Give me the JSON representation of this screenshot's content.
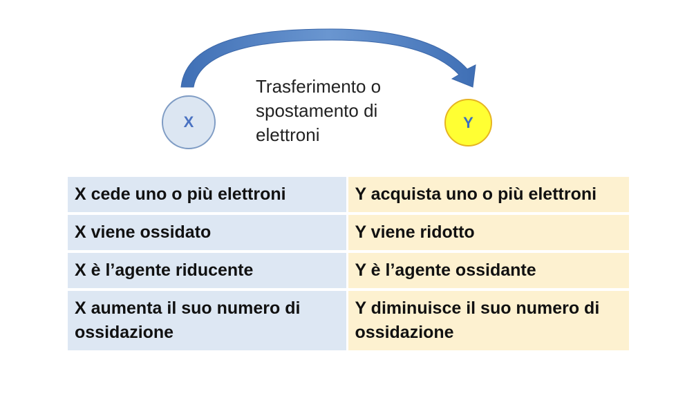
{
  "diagram": {
    "donor_label": "X",
    "acceptor_label": "Y",
    "arrow_caption": "Trasferimento o spostamento di elettroni"
  },
  "colors": {
    "donor_fill": "#dce6f2",
    "donor_border": "#7f9cc4",
    "acceptor_fill": "#ffff33",
    "acceptor_border": "#e6b422",
    "arrow": "#4f7fc0",
    "table_left_fill": "#dde7f3",
    "table_right_fill": "#fdf1d0"
  },
  "table": {
    "rows": [
      {
        "x": "X cede uno o più elettroni",
        "y": "Y acquista uno o più elettroni"
      },
      {
        "x": "X viene ossidato",
        "y": "Y viene ridotto"
      },
      {
        "x": "X è l’agente riducente",
        "y": "Y è l’agente ossidante"
      },
      {
        "x": "X aumenta il suo numero di ossidazione",
        "y": "Y diminuisce il suo numero di ossidazione"
      }
    ]
  }
}
